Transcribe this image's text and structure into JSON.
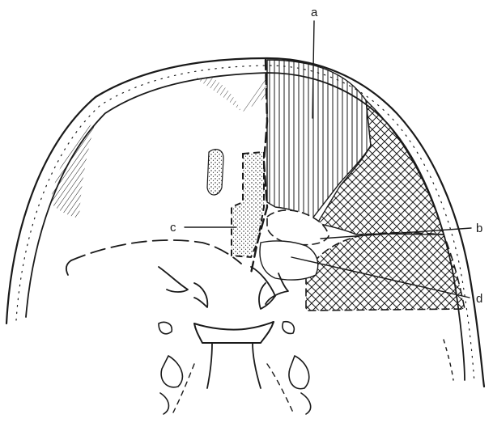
{
  "figure": {
    "labels": {
      "a": "a",
      "b": "b",
      "c": "c",
      "d": "d"
    },
    "ink_color": "#1a1a1a",
    "background": "#ffffff"
  }
}
